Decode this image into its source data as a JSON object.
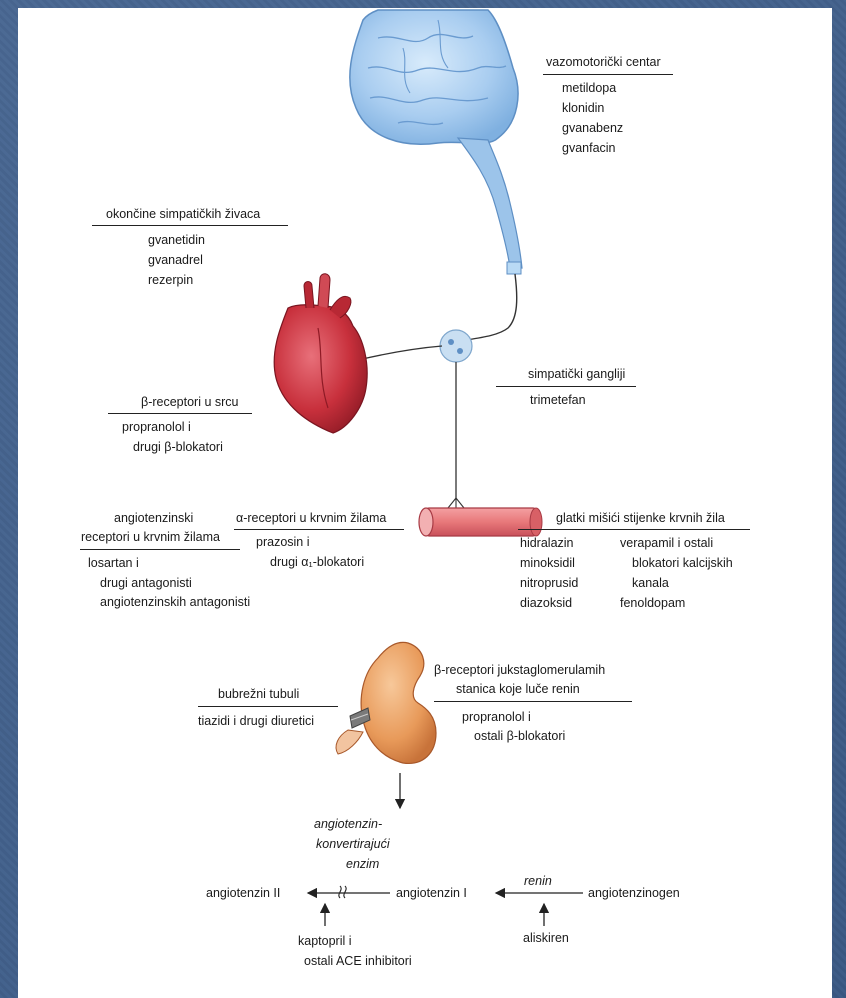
{
  "vasomotor": {
    "heading": "vazomotorički centar",
    "drugs": [
      "metildopa",
      "klonidin",
      "gvanabenz",
      "gvanfacin"
    ]
  },
  "nerve_endings": {
    "heading": "okončine simpatičkih živaca",
    "drugs": [
      "gvanetidin",
      "gvanadrel",
      "rezerpin"
    ]
  },
  "beta_heart": {
    "heading": "β-receptori u srcu",
    "lines": [
      "propranolol i",
      "drugi β-blokatori"
    ]
  },
  "ganglia": {
    "heading": "simpatički gangliji",
    "drugs": [
      "trimetefan"
    ]
  },
  "angiotensin_receptors": {
    "heading_lines": [
      "angiotenzinski",
      "receptori u krvnim žilama"
    ],
    "lines": [
      "losartan i",
      "drugi antagonisti",
      "angiotenzinskih antagonisti"
    ]
  },
  "alpha_receptors": {
    "heading": "α-receptori u krvnim žilama",
    "lines": [
      "prazosin i",
      "drugi α₁-blokatori"
    ]
  },
  "smooth_muscle": {
    "heading": "glatki mišići stijenke krvnih žila",
    "col1": [
      "hidralazin",
      "minoksidil",
      "nitroprusid",
      "diazoksid"
    ],
    "col2": [
      "verapamil i ostali",
      "blokatori kalcijskih",
      "kanala",
      "fenoldopam"
    ]
  },
  "tubules": {
    "heading": "bubrežni tubuli",
    "lines": [
      "tiazidi i drugi diuretici"
    ]
  },
  "juxtaglomerular": {
    "heading_lines": [
      "β-receptori jukstaglomerulamih",
      "stanica koje luče renin"
    ],
    "lines": [
      "propranolol i",
      "ostali β-blokatori"
    ]
  },
  "raas": {
    "ace_lines": [
      "angiotenzin-",
      "konvertirajući",
      "enzim"
    ],
    "angiotensin_ii": "angiotenzin II",
    "angiotensin_i": "angiotenzin I",
    "renin": "renin",
    "angiotensinogen": "angiotenzinogen",
    "aliskiren": "aliskiren",
    "ace_inhibitor_lines": [
      "kaptopril i",
      "ostali ACE inhibitori"
    ]
  },
  "colors": {
    "brain": "#a9cdf0",
    "heart": "#c8303c",
    "vessel": "#e8787a",
    "kidney": "#e89a5a",
    "slide_background": "#3f5f8c"
  }
}
